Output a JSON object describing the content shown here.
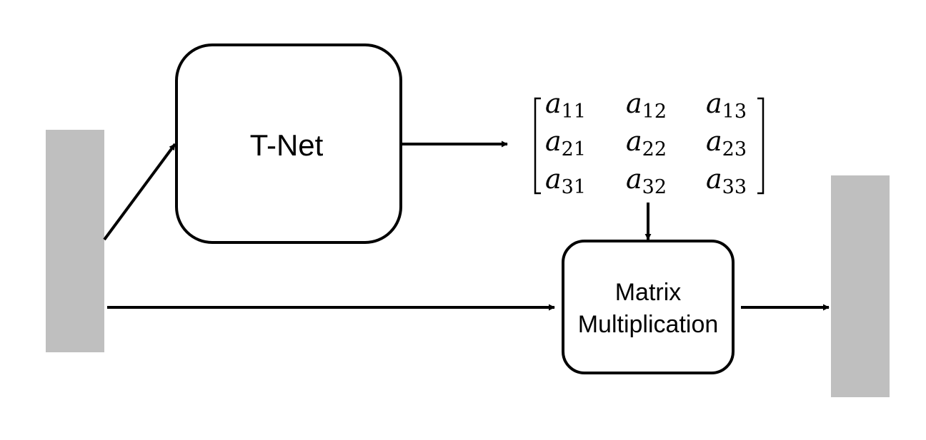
{
  "diagram": {
    "tnet_label": "T-Net",
    "matmul_label_line1": "Matrix",
    "matmul_label_line2": "Multiplication",
    "matrix": {
      "variable": "a",
      "rows": [
        [
          "11",
          "12",
          "13"
        ],
        [
          "21",
          "22",
          "23"
        ],
        [
          "31",
          "32",
          "33"
        ]
      ]
    },
    "colors": {
      "stroke": "#000000",
      "feature_block": "#bfbfbf",
      "background": "#ffffff"
    }
  }
}
